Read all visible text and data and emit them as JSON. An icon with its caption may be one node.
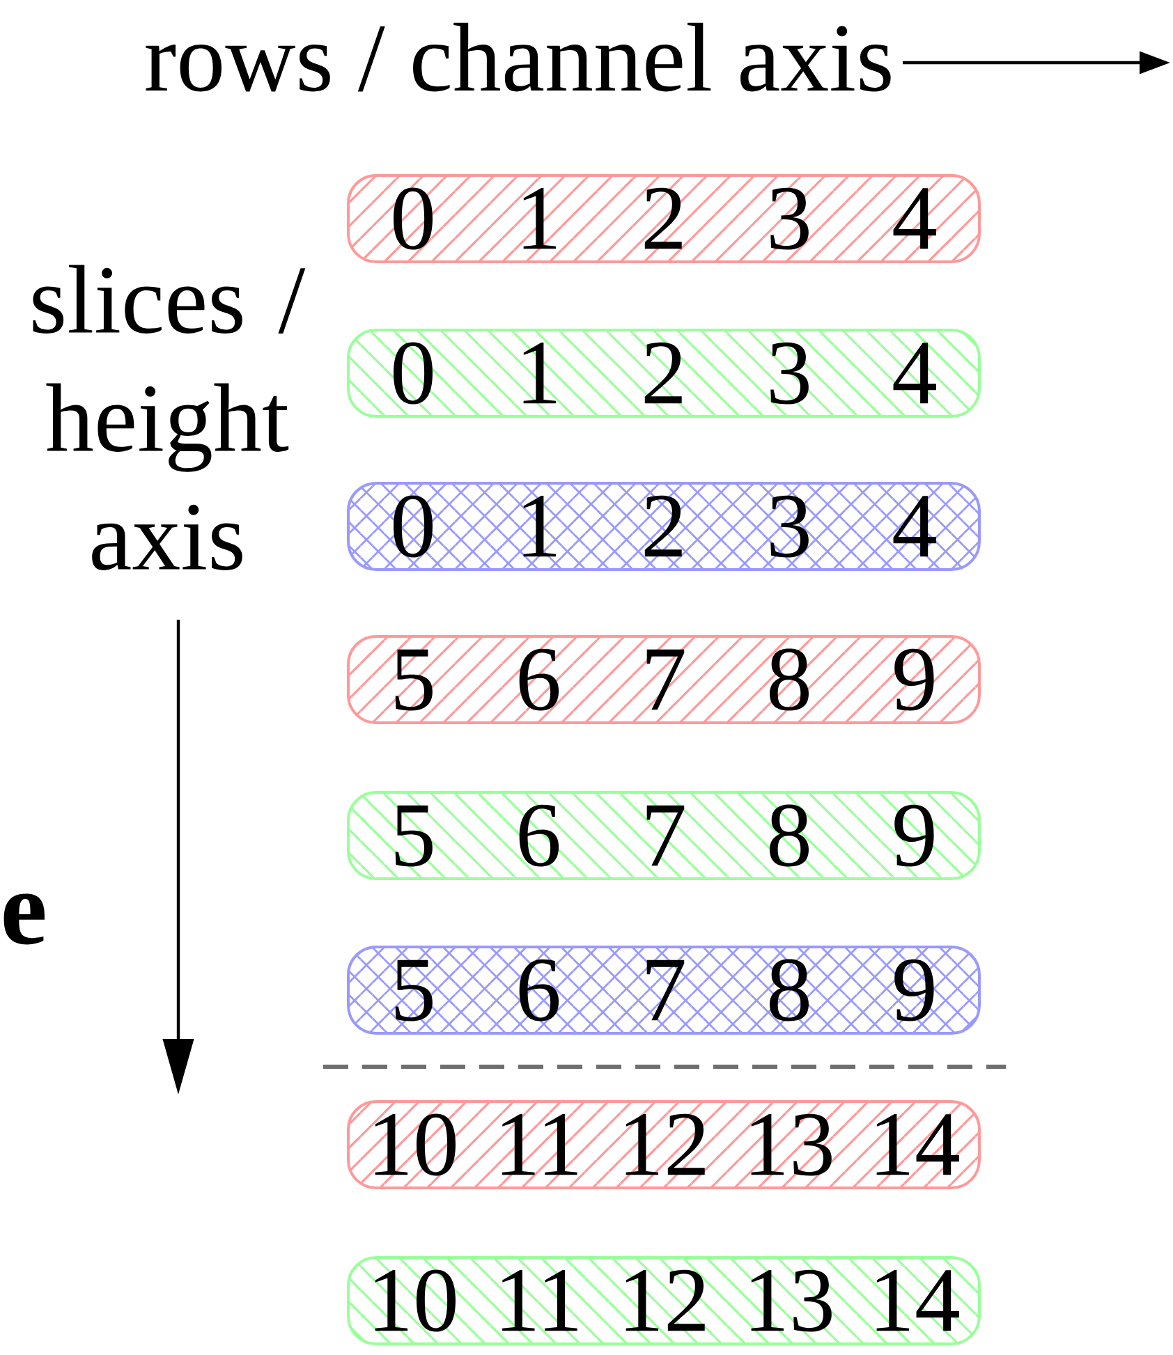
{
  "diagram": {
    "nodes": [
      {
        "text": [
          "0",
          "1",
          "2",
          "3",
          "4"
        ]
      },
      {
        "text": [
          "0",
          "1",
          "2",
          "3",
          "4"
        ]
      },
      {
        "text": [
          "0",
          "1",
          "2",
          "3",
          "4"
        ]
      },
      {
        "text": [
          "5",
          "6",
          "7",
          "8",
          "9"
        ]
      },
      {
        "text": [
          "5",
          "6",
          "7",
          "8",
          "9"
        ]
      },
      {
        "text": [
          "5",
          "6",
          "7",
          "8",
          "9"
        ]
      },
      {
        "text": [
          "10",
          "11",
          "12",
          "13",
          "14"
        ]
      },
      {
        "text": [
          "10",
          "11",
          "12",
          "13",
          "14"
        ]
      }
    ],
    "labels": [
      "rows / channel axis",
      "slices / height axis",
      "e"
    ]
  }
}
